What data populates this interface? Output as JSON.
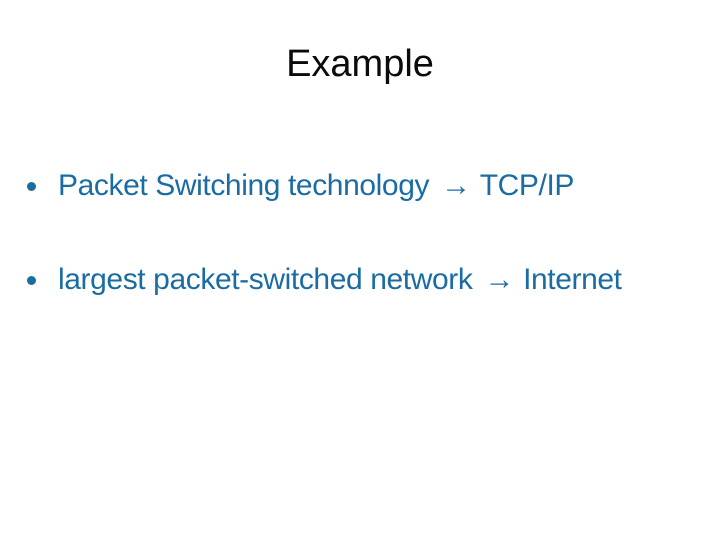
{
  "slide": {
    "title": "Example",
    "bullets": [
      {
        "label": "Packet Switching technology",
        "arrow": "→",
        "target": "TCP/IP"
      },
      {
        "label": "largest packet-switched network",
        "arrow": "→",
        "target": "Internet"
      }
    ],
    "colors": {
      "background": "#ffffff",
      "title_text": "#0b0b0b",
      "bullet_text": "#1b6ca3",
      "bullet_marker": "#1b6ca3"
    }
  }
}
